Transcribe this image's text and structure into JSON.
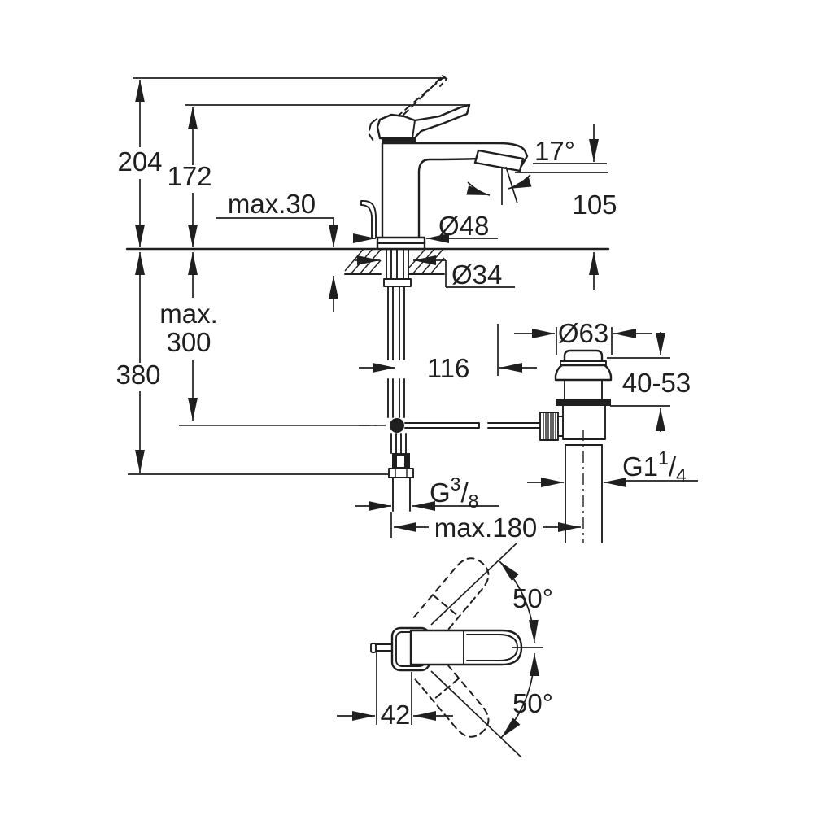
{
  "drawing": {
    "colors": {
      "background": "#ffffff",
      "line": "#1f1f1f"
    },
    "side_view": {
      "dim_height_overall": "204",
      "dim_height_lever": "172",
      "dim_deck_max_thickness": "max.30",
      "dim_base_diameter": "Ø48",
      "dim_spout_angle": "17°",
      "dim_spout_height": "105",
      "dim_shank_diameter": "Ø34",
      "dim_hose_max_line1": "max.",
      "dim_hose_max_line2": "300",
      "dim_depth_380": "380",
      "dim_rod_offset": "116",
      "dim_waste_flange_diameter": "Ø63",
      "dim_waste_range": "40-53",
      "dim_waste_thread": {
        "base": "G1",
        "sup": "1",
        "slash": "/",
        "sub": "4"
      },
      "dim_supply_thread": {
        "base": "G",
        "sup": "3",
        "slash": "/",
        "sub": "8"
      },
      "dim_rod_max_length": "max.180"
    },
    "plan_view": {
      "dim_swing_angle_upper": "50°",
      "dim_swing_angle_lower": "50°",
      "dim_rod_to_center": "42"
    }
  }
}
